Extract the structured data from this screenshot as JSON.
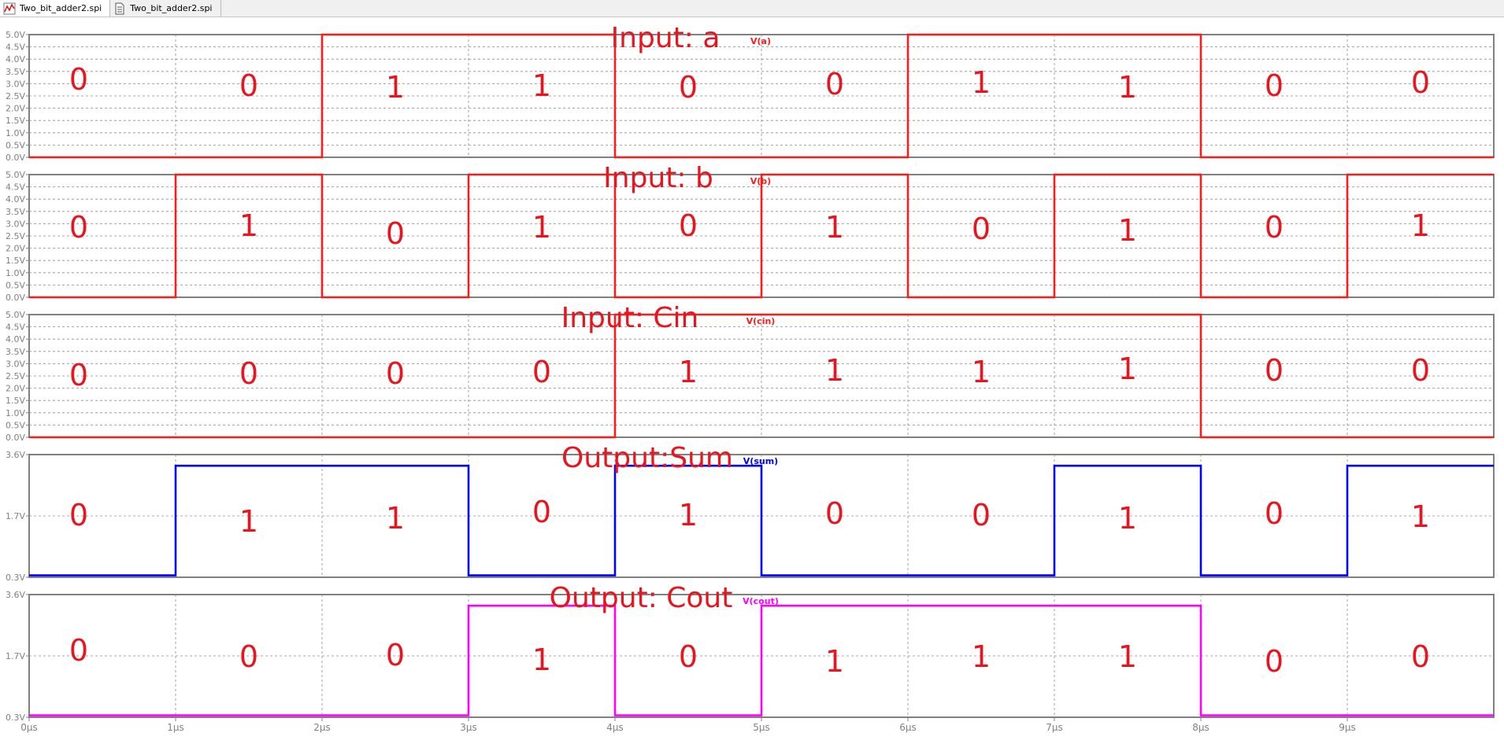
{
  "tabs": [
    {
      "label": "Two_bit_adder2.spi",
      "icon": "waveform-icon",
      "active": true
    },
    {
      "label": "Two_bit_adder2.spi",
      "icon": "netlist-document-icon",
      "active": false
    }
  ],
  "colors": {
    "red": "#ff1a1a",
    "annotation": "#e8141e",
    "blue": "#0000ff",
    "magenta": "#ff00ff",
    "grid": "#8c8c8c",
    "axis_text": "#808080",
    "frame": "#808080"
  },
  "chart_data": {
    "type": "line",
    "x_axis": {
      "unit": "µs",
      "range": [
        0,
        10
      ],
      "ticks": [
        0,
        1,
        2,
        3,
        4,
        5,
        6,
        7,
        8,
        9
      ],
      "tick_labels": [
        "0µs",
        "1µs",
        "2µs",
        "3µs",
        "4µs",
        "5µs",
        "6µs",
        "7µs",
        "8µs",
        "9µs"
      ]
    },
    "panes": [
      {
        "id": "a",
        "trace_label": "V(a)",
        "annotation": "Input: a",
        "color": "red",
        "ylim": [
          0,
          5
        ],
        "y_tick_labels": [
          "5.0V",
          "4.5V",
          "4.0V",
          "3.5V",
          "3.0V",
          "2.5V",
          "2.0V",
          "1.5V",
          "1.0V",
          "0.5V",
          "0.0V"
        ],
        "low": 0,
        "high": 5,
        "bits": [
          0,
          0,
          1,
          1,
          0,
          0,
          1,
          1,
          0,
          0
        ],
        "bit_labels": [
          "0",
          "0",
          "1",
          "1",
          "0",
          "0",
          "1",
          "1",
          "0",
          "0"
        ]
      },
      {
        "id": "b",
        "trace_label": "V(b)",
        "annotation": "Input: b",
        "color": "red",
        "ylim": [
          0,
          5
        ],
        "y_tick_labels": [
          "5.0V",
          "4.5V",
          "4.0V",
          "3.5V",
          "3.0V",
          "2.5V",
          "2.0V",
          "1.5V",
          "1.0V",
          "0.5V",
          "0.0V"
        ],
        "low": 0,
        "high": 5,
        "bits": [
          0,
          1,
          0,
          1,
          0,
          1,
          0,
          1,
          0,
          1
        ],
        "bit_labels": [
          "0",
          "1",
          "0",
          "1",
          "0",
          "1",
          "0",
          "1",
          "0",
          "1"
        ]
      },
      {
        "id": "cin",
        "trace_label": "V(cin)",
        "annotation": "Input: Cin",
        "color": "red",
        "ylim": [
          0,
          5
        ],
        "y_tick_labels": [
          "5.0V",
          "4.5V",
          "4.0V",
          "3.5V",
          "3.0V",
          "2.5V",
          "2.0V",
          "1.5V",
          "1.0V",
          "0.5V",
          "0.0V"
        ],
        "low": 0,
        "high": 5,
        "bits": [
          0,
          0,
          0,
          0,
          1,
          1,
          1,
          1,
          0,
          0
        ],
        "bit_labels": [
          "0",
          "0",
          "0",
          "0",
          "1",
          "1",
          "1",
          "1",
          "0",
          "0"
        ]
      },
      {
        "id": "sum",
        "trace_label": "V(sum)",
        "annotation": "Output:Sum",
        "color": "blue",
        "ylim": [
          0.3,
          3.6
        ],
        "y_tick_labels": [
          "3.6V",
          "1.7V",
          "0.3V"
        ],
        "low": 0.35,
        "high": 3.3,
        "bits": [
          0,
          1,
          1,
          0,
          1,
          0,
          0,
          1,
          0,
          1
        ],
        "bit_labels": [
          "0",
          "1",
          "1",
          "0",
          "1",
          "0",
          "0",
          "1",
          "0",
          "1"
        ]
      },
      {
        "id": "cout",
        "trace_label": "V(cout)",
        "annotation": "Output: Cout",
        "color": "magenta",
        "ylim": [
          0.3,
          3.6
        ],
        "y_tick_labels": [
          "3.6V",
          "1.7V",
          "0.3V"
        ],
        "low": 0.35,
        "high": 3.3,
        "bits": [
          0,
          0,
          0,
          1,
          0,
          1,
          1,
          1,
          0,
          0
        ],
        "bit_labels": [
          "0",
          "0",
          "0",
          "1",
          "0",
          "1",
          "1",
          "1",
          "0",
          "0"
        ]
      }
    ]
  }
}
